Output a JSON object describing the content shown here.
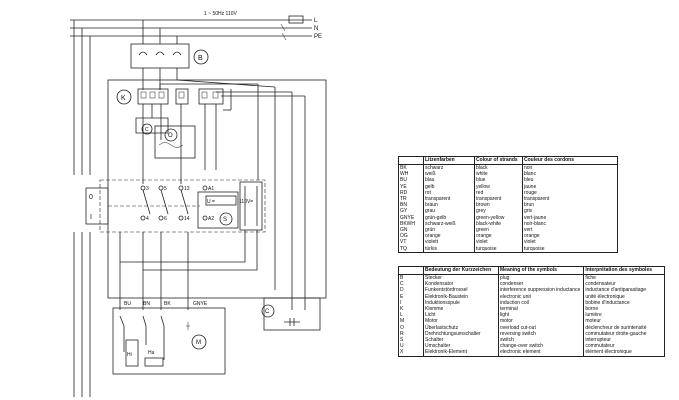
{
  "supply": {
    "spec": "1 ~ 50Hz 110V",
    "lines": [
      "L",
      "N",
      "PE"
    ]
  },
  "components": {
    "B": "B",
    "K": "K",
    "C_relay": "C",
    "O": "O",
    "S": "S",
    "C_cap": "C",
    "M": "M"
  },
  "relay_contacts": {
    "top": [
      "3",
      "5",
      "13",
      "A1"
    ],
    "bottom": [
      "4",
      "6",
      "14",
      "A2"
    ],
    "coil": "U =",
    "voltage": "110V="
  },
  "switch_labels": [
    "0",
    "I"
  ],
  "motor_wires": [
    "BU",
    "BN",
    "BK",
    "GNYE"
  ],
  "motor_parts": [
    "Hi",
    "Ha"
  ],
  "colors_table": {
    "headers": [
      "",
      "Litzenfarben",
      "Colour of strands",
      "Couleur des cordons"
    ],
    "rows": [
      [
        "BK",
        "schwarz",
        "black",
        "noir"
      ],
      [
        "WH",
        "weiß",
        "white",
        "blanc"
      ],
      [
        "BU",
        "blau",
        "blue",
        "bleu"
      ],
      [
        "YE",
        "gelb",
        "yellow",
        "jaune"
      ],
      [
        "RD",
        "rot",
        "red",
        "rouge"
      ],
      [
        "TR",
        "transparent",
        "transparent",
        "transparent"
      ],
      [
        "BN",
        "braun",
        "brown",
        "brun"
      ],
      [
        "GY",
        "grau",
        "grey",
        "gris"
      ],
      [
        "GNYE",
        "grün-gelb",
        "green-yellow",
        "vert-jaune"
      ],
      [
        "BKWH",
        "schwarz-weiß",
        "black-white",
        "noir-blanc"
      ],
      [
        "GN",
        "grün",
        "green",
        "vert"
      ],
      [
        "OG",
        "orange",
        "orange",
        "orange"
      ],
      [
        "VT",
        "violett",
        "violet",
        "violet"
      ],
      [
        "TQ",
        "türkis",
        "turquoise",
        "turquoise"
      ]
    ]
  },
  "symbols_table": {
    "headers": [
      "",
      "Bedeutung der Kurzzeichen",
      "Meaning of the symbols",
      "Interprétation des symboles"
    ],
    "rows": [
      [
        "B",
        "Stecker",
        "plug",
        "fiche"
      ],
      [
        "C",
        "Kondensator",
        "condenser",
        "condensateur"
      ],
      [
        "D",
        "Funkentstördrossel",
        "interference suppression inductance",
        "inductance d'antiparasitage"
      ],
      [
        "E",
        "Elektronik-Baustein",
        "electronic unit",
        "unité électronique"
      ],
      [
        "I",
        "Induktionsspule",
        "induction coil",
        "bobine d'inductance"
      ],
      [
        "K",
        "Klemme",
        "terminal",
        "borne"
      ],
      [
        "L",
        "Licht",
        "light",
        "lumière"
      ],
      [
        "M",
        "Motor",
        "motor",
        "moteur"
      ],
      [
        "O",
        "Überlastschutz",
        "overload cut-out",
        "déclencheur de surintensité"
      ],
      [
        "R",
        "Drehrichtungsumschalter",
        "reversing switch",
        "commutateur droite-gauche"
      ],
      [
        "S",
        "Schalter",
        "switch",
        "interrupteur"
      ],
      [
        "U",
        "Umschalter",
        "change-over switch",
        "commutateur"
      ],
      [
        "X",
        "Elektronik-Element",
        "electronic element",
        "élément électronique"
      ]
    ]
  }
}
